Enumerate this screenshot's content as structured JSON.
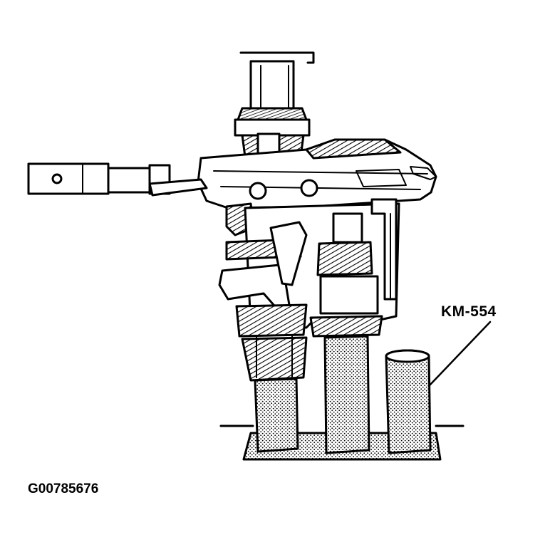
{
  "figure": {
    "callout_label": "KM-554",
    "figure_id": "G00785676"
  },
  "colors": {
    "ink": "#000000",
    "paper": "#ffffff"
  },
  "icons": [
    "transmission-assembly-drawing",
    "km-554-tool-drawing",
    "leader-line"
  ]
}
